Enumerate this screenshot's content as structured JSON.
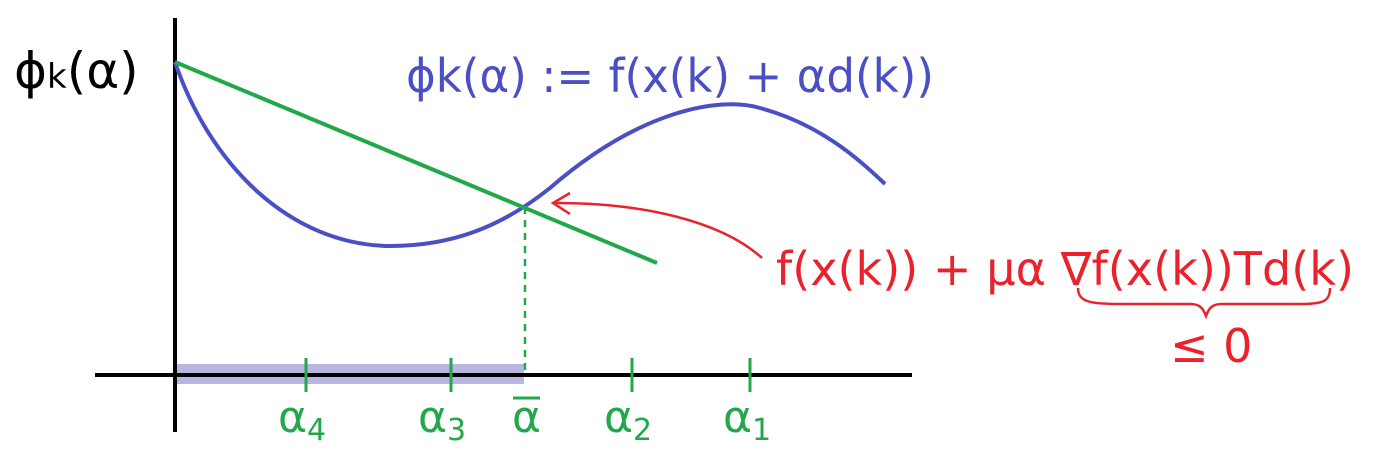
{
  "colors": {
    "axis": "#000000",
    "curve": "#4a4fc4",
    "line": "#22a84a",
    "annotation": "#e8232d",
    "interval": "#b9b5e3"
  },
  "labels": {
    "y_axis": "ϕ",
    "y_axis_sub": "k",
    "y_axis_arg": "(α)",
    "curve_def": "ϕk(α) := f(x(k) + αd(k))",
    "armijo_text": "f(x(k)) + μα ∇f(x(k))Td(k)",
    "le_zero": "≤ 0"
  },
  "ticks": {
    "a4": {
      "base": "α",
      "sub": "4"
    },
    "a3": {
      "base": "α",
      "sub": "3"
    },
    "abar": {
      "base": "α"
    },
    "a2": {
      "base": "α",
      "sub": "2"
    },
    "a1": {
      "base": "α",
      "sub": "1"
    }
  }
}
